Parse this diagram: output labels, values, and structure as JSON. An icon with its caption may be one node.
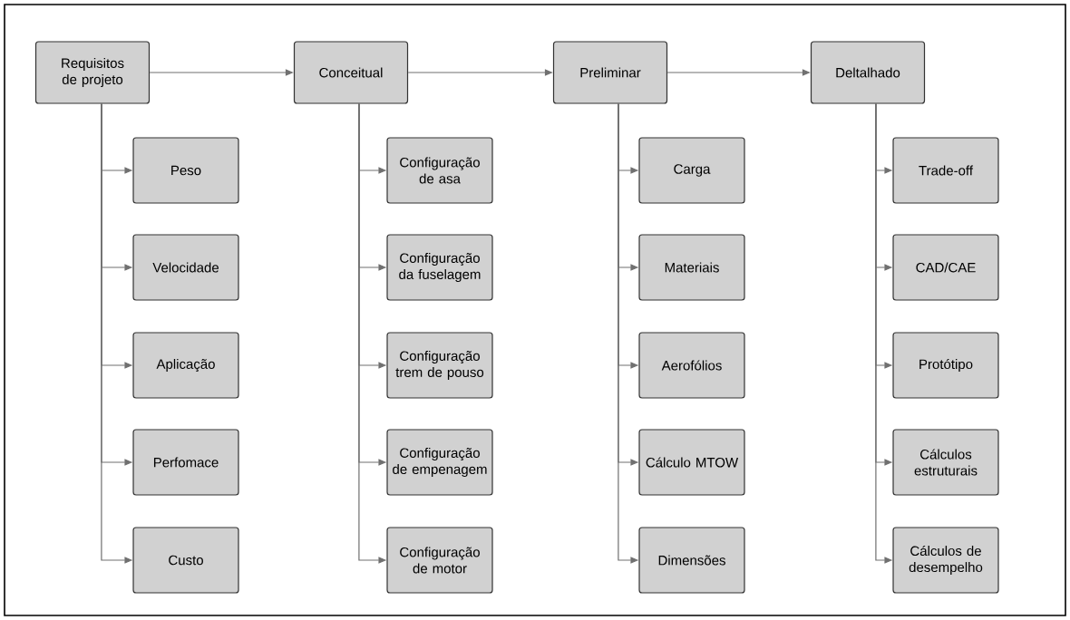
{
  "diagram": {
    "nodes": [
      {
        "text": [
          "Requisitos de projeto"
        ]
      },
      {
        "text": [
          "Peso"
        ]
      },
      {
        "text": [
          "Velocidade"
        ]
      },
      {
        "text": [
          "Aplicação"
        ]
      },
      {
        "text": [
          "Perfomace"
        ]
      },
      {
        "text": [
          "Custo"
        ]
      },
      {
        "text": [
          "Conceitual"
        ]
      },
      {
        "text": [
          "Configuração de asa"
        ]
      },
      {
        "text": [
          "Configuração da fuselagem"
        ]
      },
      {
        "text": [
          "Configuração trem de pouso"
        ]
      },
      {
        "text": [
          "Configuração de empenagem"
        ]
      },
      {
        "text": [
          "Configuração de motor"
        ]
      },
      {
        "text": [
          "Preliminar"
        ]
      },
      {
        "text": [
          "Carga"
        ]
      },
      {
        "text": [
          "Materiais"
        ]
      },
      {
        "text": [
          "Aerofólios"
        ]
      },
      {
        "text": [
          "Cálculo MTOW"
        ]
      },
      {
        "text": [
          "Dimensões"
        ]
      },
      {
        "text": [
          "Deltalhado"
        ]
      },
      {
        "text": [
          "Trade-off"
        ]
      },
      {
        "text": [
          "CAD/CAE"
        ]
      },
      {
        "text": [
          "Protótipo"
        ]
      },
      {
        "text": [
          "Cálculos estruturais"
        ]
      },
      {
        "text": [
          "Cálculos de desempelho"
        ]
      }
    ],
    "edges": [
      {
        "from": 0,
        "to": 6,
        "arrow": "to"
      },
      {
        "from": 6,
        "to": 12,
        "arrow": "to"
      },
      {
        "from": 12,
        "to": 18,
        "arrow": "to"
      },
      {
        "from": 0,
        "to": 1,
        "arrow": "to"
      },
      {
        "from": 0,
        "to": 2,
        "arrow": "to"
      },
      {
        "from": 0,
        "to": 3,
        "arrow": "to"
      },
      {
        "from": 0,
        "to": 4,
        "arrow": "to"
      },
      {
        "from": 0,
        "to": 5,
        "arrow": "to"
      },
      {
        "from": 6,
        "to": 7,
        "arrow": "to"
      },
      {
        "from": 6,
        "to": 8,
        "arrow": "to"
      },
      {
        "from": 6,
        "to": 9,
        "arrow": "to"
      },
      {
        "from": 6,
        "to": 10,
        "arrow": "to"
      },
      {
        "from": 6,
        "to": 11,
        "arrow": "to"
      },
      {
        "from": 12,
        "to": 13,
        "arrow": "to"
      },
      {
        "from": 12,
        "to": 14,
        "arrow": "to"
      },
      {
        "from": 12,
        "to": 15,
        "arrow": "to"
      },
      {
        "from": 12,
        "to": 16,
        "arrow": "to"
      },
      {
        "from": 12,
        "to": 17,
        "arrow": "to"
      },
      {
        "from": 18,
        "to": 19,
        "arrow": "to"
      },
      {
        "from": 18,
        "to": 20,
        "arrow": "to"
      },
      {
        "from": 18,
        "to": 21,
        "arrow": "to"
      },
      {
        "from": 18,
        "to": 22,
        "arrow": "to"
      },
      {
        "from": 18,
        "to": 23,
        "arrow": "to"
      }
    ]
  }
}
